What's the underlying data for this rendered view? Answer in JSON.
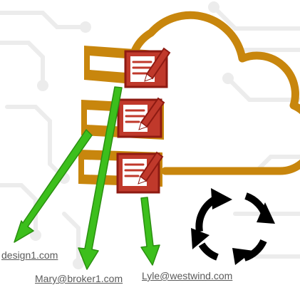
{
  "labels": {
    "design": "design1.com",
    "mary": "Mary@broker1.com",
    "lyle": "Lyle@westwind.com"
  },
  "colors": {
    "cloud": "#c8860d",
    "server_fill": "#c8860d",
    "doc_fill": "#c0392b",
    "doc_border": "#8e1a12",
    "arrow_green": "#3cbf1c",
    "arrow_outline": "#2a8f10",
    "sync": "#000000",
    "circuit": "#ececec",
    "label_text": "#5a5a5a"
  },
  "icons": [
    "cloud-icon",
    "server-stack-icon",
    "document-edit-icon",
    "sync-icon",
    "arrow-icon"
  ]
}
